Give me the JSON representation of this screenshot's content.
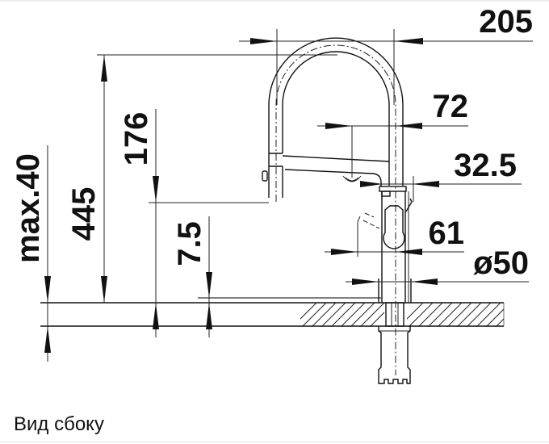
{
  "drawing": {
    "subject": "kitchen faucet with pull-out spray, side view",
    "line_color": "#111111",
    "background": "#ffffff",
    "dimensions": {
      "reach_width": "205",
      "spray_offset": "72",
      "spout_to_body": "32.5",
      "handle_reach": "61",
      "base_diameter": "ø50",
      "total_height": "445",
      "spout_height": "176",
      "base_offset": "7.5",
      "countertop_max": "max.40"
    }
  },
  "caption": {
    "text": "Вид сбоку"
  }
}
